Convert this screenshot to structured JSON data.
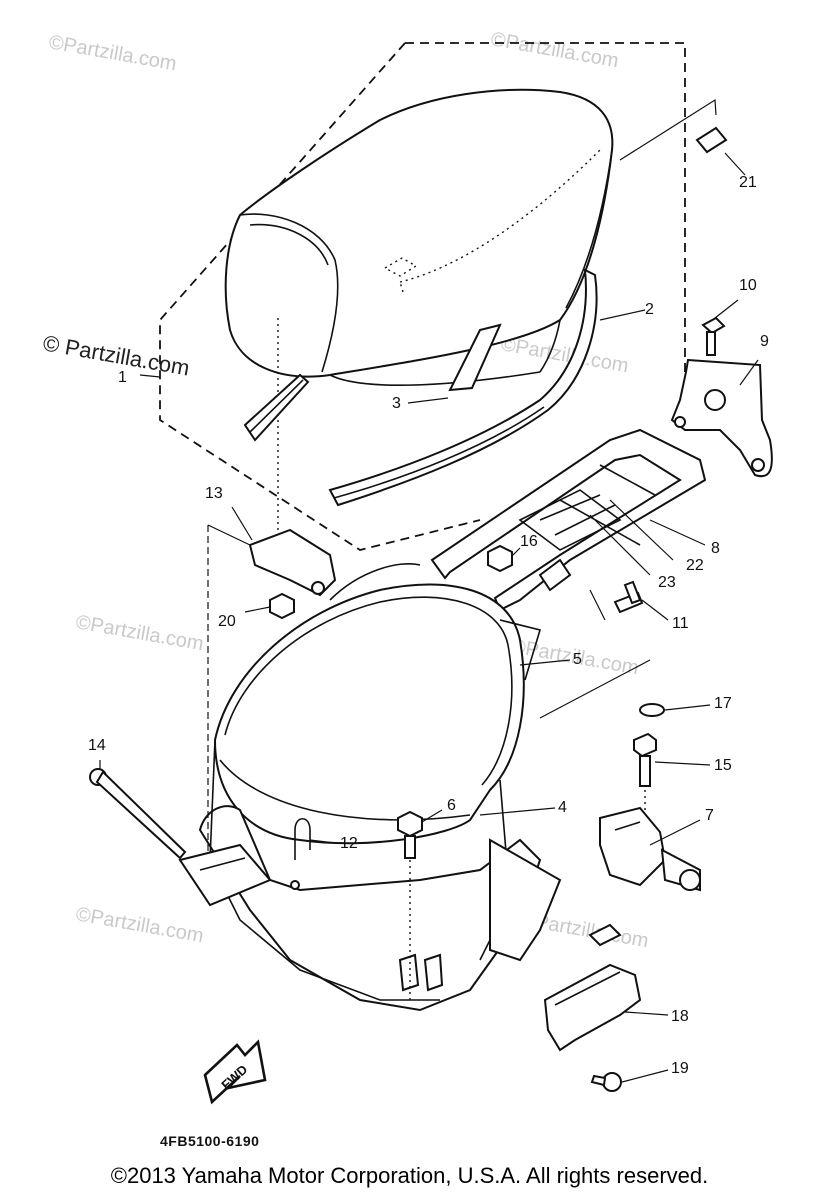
{
  "watermark": "© Partzilla.com",
  "watermark_small": "©Partzilla.com",
  "callouts": [
    "1",
    "2",
    "3",
    "4",
    "5",
    "6",
    "7",
    "8",
    "9",
    "10",
    "11",
    "12",
    "13",
    "14",
    "15",
    "16",
    "17",
    "18",
    "19",
    "20",
    "21",
    "22",
    "23"
  ],
  "fwd_label": "FWD",
  "part_number": "4FB5100-6190",
  "copyright": "©2013 Yamaha Motor Corporation, U.S.A. All rights reserved."
}
